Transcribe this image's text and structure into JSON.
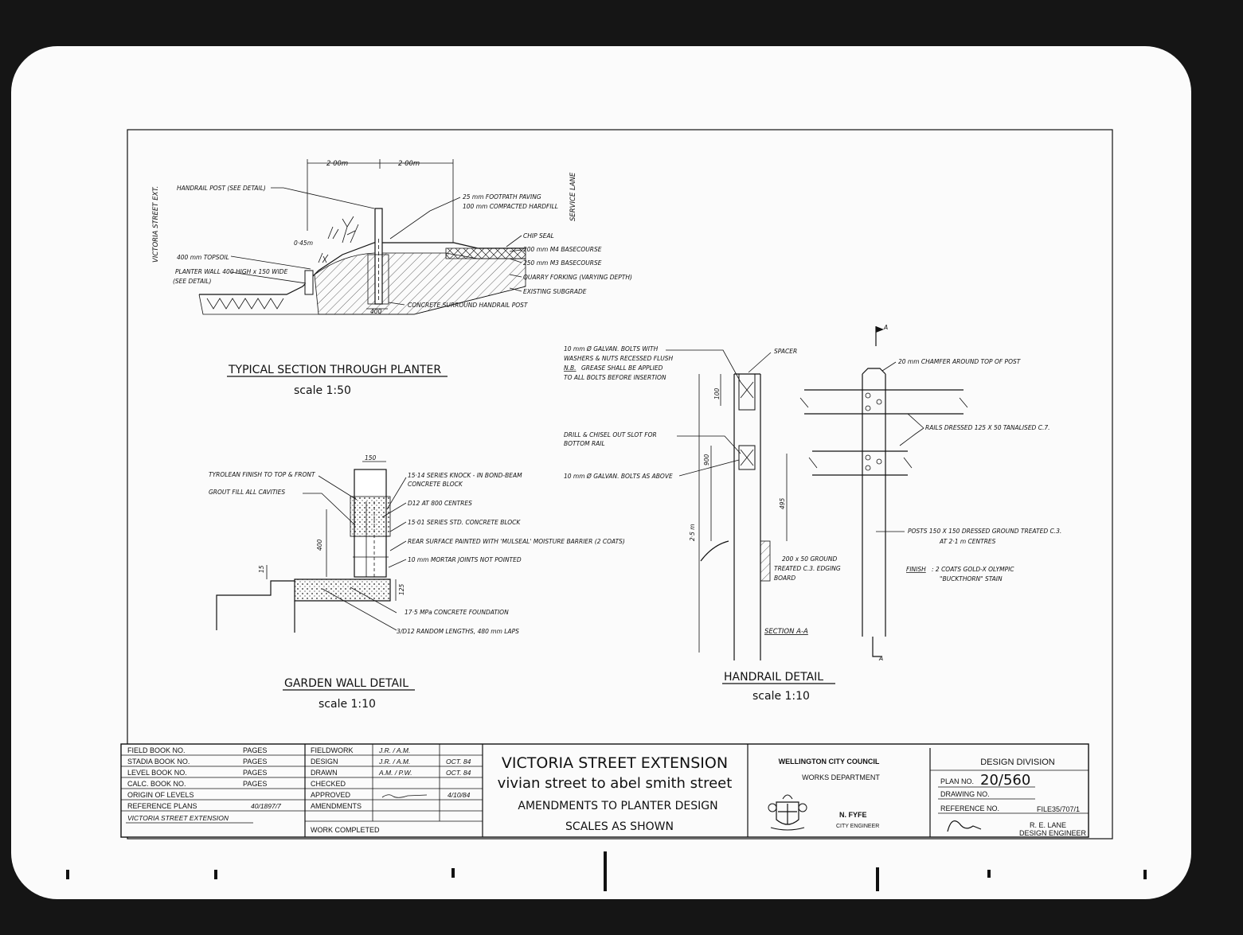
{
  "planter": {
    "side_left": "VICTORIA STREET EXT.",
    "side_right": "SERVICE LANE",
    "dim_a": "2·00m",
    "dim_b": "2·00m",
    "dim_c": "0·45m",
    "dim_d": "400",
    "labels": [
      "HANDRAIL POST  (SEE DETAIL)",
      "400 mm TOPSOIL",
      "PLANTER WALL 400 HIGH x 150 WIDE",
      "(SEE DETAIL)",
      "25 mm FOOTPATH PAVING",
      "100 mm COMPACTED HARDFILL",
      "CHIP SEAL",
      "200 mm M4 BASECOURSE",
      "250 mm M3 BASECOURSE",
      "QUARRY FORKING (VARYING DEPTH)",
      "EXISTING SUBGRADE",
      "CONCRETE SURROUND HANDRAIL POST"
    ],
    "title": "TYPICAL SECTION THROUGH PLANTER",
    "scale": "scale 1:50"
  },
  "garden": {
    "labels": [
      "TYROLEAN FINISH TO TOP & FRONT",
      "GROUT FILL ALL CAVITIES",
      "15·14 SERIES KNOCK - IN BOND-BEAM",
      "CONCRETE BLOCK",
      "D12  AT 800 CENTRES",
      "15·01 SERIES STD. CONCRETE BLOCK",
      "REAR SURFACE PAINTED WITH 'MULSEAL' MOISTURE BARRIER (2 COATS)",
      "10 mm MORTAR JOINTS NOT POINTED",
      "17·5 MPa CONCRETE FOUNDATION",
      "3/D12  RANDOM LENGTHS, 480 mm LAPS"
    ],
    "dims": [
      "150",
      "400",
      "15",
      "125"
    ],
    "title": "GARDEN WALL DETAIL",
    "scale": "scale 1:10"
  },
  "handrail": {
    "labels": [
      "10 mm Ø GALVAN. BOLTS WITH",
      "WASHERS & NUTS RECESSED FLUSH",
      "N.B.",
      "GREASE SHALL BE APPLIED",
      "TO ALL BOLTS BEFORE INSERTION",
      "SPACER",
      "DRILL & CHISEL OUT SLOT FOR",
      "BOTTOM RAIL",
      "10 mm Ø GALVAN. BOLTS AS ABOVE",
      "200 x 50  GROUND",
      "TREATED C.3. EDGING",
      "BOARD",
      "SECTION  A-A",
      "20 mm CHAMFER AROUND TOP OF POST",
      "RAILS DRESSED 125 X 50 TANALISED C.7.",
      "POSTS 150 X 150 DRESSED GROUND TREATED C.3.",
      "AT   2·1 m CENTRES",
      "FINISH",
      ":  2 COATS GOLD-X OLYMPIC",
      "\"BUCKTHORN\" STAIN"
    ],
    "dims": [
      "100",
      "900",
      "2·5 m",
      "495"
    ],
    "section_mark": "A",
    "title": "HANDRAIL DETAIL",
    "scale": "scale 1:10"
  },
  "titleblock": {
    "left_rows": [
      [
        "FIELD BOOK NO.",
        "PAGES"
      ],
      [
        "STADIA BOOK NO.",
        "PAGES"
      ],
      [
        "LEVEL BOOK NO.",
        "PAGES"
      ],
      [
        "CALC. BOOK NO.",
        "PAGES"
      ],
      [
        "ORIGIN OF LEVELS",
        ""
      ],
      [
        "REFERENCE PLANS",
        "40/1897/7"
      ],
      [
        "VICTORIA  STREET  EXTENSION",
        ""
      ]
    ],
    "mid_rows": [
      [
        "FIELDWORK",
        "J.R. / A.M.",
        ""
      ],
      [
        "DESIGN",
        "J.R. / A.M.",
        "OCT. 84"
      ],
      [
        "DRAWN",
        "A.M. / P.W.",
        "OCT. 84"
      ],
      [
        "CHECKED",
        "",
        ""
      ],
      [
        "APPROVED",
        "",
        "4/10/84"
      ],
      [
        "AMENDMENTS",
        "",
        ""
      ]
    ],
    "work_completed": "WORK COMPLETED",
    "title1": "VICTORIA  STREET  EXTENSION",
    "title2": "vivian street to abel smith street",
    "title3": "AMENDMENTS  TO  PLANTER  DESIGN",
    "title4": "SCALES  AS  SHOWN",
    "council": "WELLINGTON  CITY  COUNCIL",
    "department": "WORKS DEPARTMENT",
    "engineer_name": "N. FYFE",
    "engineer_role": "CITY ENGINEER",
    "division": "DESIGN  DIVISION",
    "plan_label": "PLAN NO.",
    "plan_no": "20/560",
    "drawing_label": "DRAWING NO.",
    "reference_label": "REFERENCE NO.",
    "file_no": "FILE35/707/1",
    "designer_name": "R. E. LANE",
    "designer_role": "DESIGN ENGINEER"
  }
}
